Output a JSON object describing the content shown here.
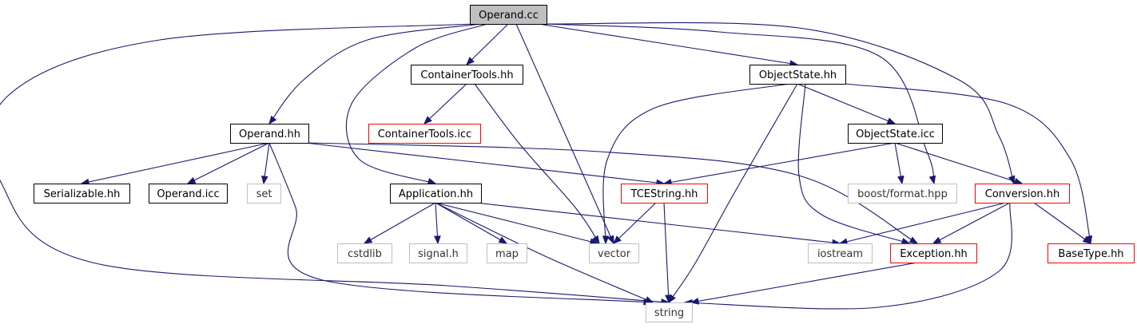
{
  "colors": {
    "edge": "#191970",
    "box_normal": "#000000",
    "box_incomplete": "#ff0000",
    "box_external": "#bfbfbf",
    "root_fill": "#bfbfbf"
  },
  "nodes": [
    {
      "id": "operand_cc",
      "label": "Operand.cc",
      "style": "root"
    },
    {
      "id": "container_tools_hh",
      "label": "ContainerTools.hh",
      "style": "normal"
    },
    {
      "id": "object_state_hh",
      "label": "ObjectState.hh",
      "style": "normal"
    },
    {
      "id": "operand_hh",
      "label": "Operand.hh",
      "style": "normal"
    },
    {
      "id": "container_tools_icc",
      "label": "ContainerTools.icc",
      "style": "incomplete"
    },
    {
      "id": "object_state_icc",
      "label": "ObjectState.icc",
      "style": "normal"
    },
    {
      "id": "serializable_hh",
      "label": "Serializable.hh",
      "style": "normal"
    },
    {
      "id": "operand_icc",
      "label": "Operand.icc",
      "style": "normal"
    },
    {
      "id": "set",
      "label": "set",
      "style": "external"
    },
    {
      "id": "application_hh",
      "label": "Application.hh",
      "style": "normal"
    },
    {
      "id": "tcestring_hh",
      "label": "TCEString.hh",
      "style": "incomplete"
    },
    {
      "id": "boost_format_hpp",
      "label": "boost/format.hpp",
      "style": "external"
    },
    {
      "id": "conversion_hh",
      "label": "Conversion.hh",
      "style": "incomplete"
    },
    {
      "id": "cstdlib",
      "label": "cstdlib",
      "style": "external"
    },
    {
      "id": "signal_h",
      "label": "signal.h",
      "style": "external"
    },
    {
      "id": "map",
      "label": "map",
      "style": "external"
    },
    {
      "id": "vector",
      "label": "vector",
      "style": "external"
    },
    {
      "id": "iostream",
      "label": "iostream",
      "style": "external"
    },
    {
      "id": "exception_hh",
      "label": "Exception.hh",
      "style": "incomplete"
    },
    {
      "id": "base_type_hh",
      "label": "BaseType.hh",
      "style": "incomplete"
    },
    {
      "id": "string",
      "label": "string",
      "style": "external"
    }
  ],
  "edges": [
    {
      "from": "operand_cc",
      "to": "string"
    },
    {
      "from": "operand_cc",
      "to": "operand_hh"
    },
    {
      "from": "operand_cc",
      "to": "application_hh"
    },
    {
      "from": "operand_cc",
      "to": "container_tools_hh"
    },
    {
      "from": "operand_cc",
      "to": "vector"
    },
    {
      "from": "operand_cc",
      "to": "object_state_hh"
    },
    {
      "from": "operand_cc",
      "to": "boost_format_hpp"
    },
    {
      "from": "operand_cc",
      "to": "conversion_hh"
    },
    {
      "from": "container_tools_hh",
      "to": "container_tools_icc"
    },
    {
      "from": "container_tools_hh",
      "to": "vector"
    },
    {
      "from": "object_state_hh",
      "to": "vector"
    },
    {
      "from": "object_state_hh",
      "to": "string"
    },
    {
      "from": "object_state_hh",
      "to": "object_state_icc"
    },
    {
      "from": "object_state_hh",
      "to": "exception_hh"
    },
    {
      "from": "object_state_hh",
      "to": "base_type_hh"
    },
    {
      "from": "operand_hh",
      "to": "serializable_hh"
    },
    {
      "from": "operand_hh",
      "to": "operand_icc"
    },
    {
      "from": "operand_hh",
      "to": "set"
    },
    {
      "from": "operand_hh",
      "to": "string"
    },
    {
      "from": "operand_hh",
      "to": "tcestring_hh"
    },
    {
      "from": "operand_hh",
      "to": "exception_hh"
    },
    {
      "from": "object_state_icc",
      "to": "tcestring_hh"
    },
    {
      "from": "object_state_icc",
      "to": "boost_format_hpp"
    },
    {
      "from": "object_state_icc",
      "to": "conversion_hh"
    },
    {
      "from": "application_hh",
      "to": "cstdlib"
    },
    {
      "from": "application_hh",
      "to": "signal_h"
    },
    {
      "from": "application_hh",
      "to": "map"
    },
    {
      "from": "application_hh",
      "to": "vector"
    },
    {
      "from": "application_hh",
      "to": "string"
    },
    {
      "from": "application_hh",
      "to": "iostream"
    },
    {
      "from": "tcestring_hh",
      "to": "vector"
    },
    {
      "from": "tcestring_hh",
      "to": "string"
    },
    {
      "from": "conversion_hh",
      "to": "iostream"
    },
    {
      "from": "conversion_hh",
      "to": "exception_hh"
    },
    {
      "from": "conversion_hh",
      "to": "base_type_hh"
    },
    {
      "from": "conversion_hh",
      "to": "string"
    },
    {
      "from": "exception_hh",
      "to": "string"
    }
  ]
}
